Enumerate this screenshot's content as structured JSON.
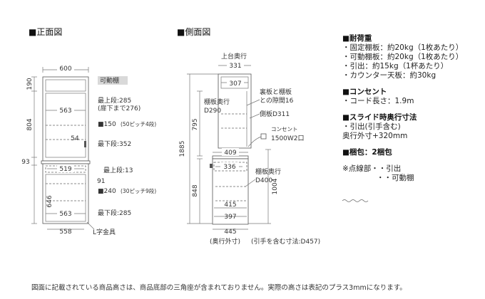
{
  "front": {
    "title": "■正面図",
    "top_width": "600",
    "h_top": "190",
    "h_upper": "804",
    "h_gap": "93",
    "h_lower": "646",
    "inner_width_upper": "563",
    "inner_width_mid": "519",
    "inner_width_lower": "563",
    "bottom_width": "558",
    "small_dim": "54",
    "small_dim2": "91",
    "badge": "可動棚",
    "note_upper_max": "最上段:285",
    "note_upper_sub": "(扉下まで276)",
    "note_upper_pitch": "■150",
    "note_upper_pitch_sub": "(50ピッチ4段)",
    "note_upper_min": "最下段:352",
    "note_lower_max": "最上段:13",
    "note_lower_pitch": "■240",
    "note_lower_pitch_sub": "(30ピッチ9段)",
    "note_lower_min": "最下段:285",
    "hardware": "L字金具"
  },
  "side": {
    "title": "■側面図",
    "top_depth_label": "上台奥行",
    "top_depth": "331",
    "inner_top": "307",
    "shelf_depth_upper": "棚板奥行",
    "shelf_depth_upper_val": "D290",
    "gap_note_1": "裏板と棚板",
    "gap_note_2": "との隙間16",
    "side_board": "側板D311",
    "outlet_label": "コンセント",
    "outlet_value": "1500W2口",
    "h_total": "1885",
    "h_upper": "795",
    "h_lower": "848",
    "h_right": "1004",
    "w_counter": "409",
    "w_drawer": "336",
    "shelf_depth_lower": "棚板奥行",
    "shelf_depth_lower_val": "D400",
    "w_415": "415",
    "w_397": "397",
    "w_445": "445",
    "depth_note": "(奥行外寸)",
    "handle_note": "(引手を含む寸法:D457)"
  },
  "spec": {
    "load_title": "■耐荷重",
    "load_1": "・固定棚板：約20kg（1枚あたり）",
    "load_2": "・可動棚板：約20kg（1枚あたり）",
    "load_3": "・引出：約15kg（1杯あたり）",
    "load_4": "・カウンター天板：約30kg",
    "outlet_title": "■コンセント",
    "outlet_1": "・コード長さ：1.9m",
    "slide_title": "■スライド時奥行寸法",
    "slide_1": "・引出(引手含む)",
    "slide_2": "奥行外寸+320mm",
    "pack_title": "■梱包：2梱包",
    "legend_1": "※点線部・・引出",
    "legend_2": "・・可動棚"
  },
  "footer": "図面に記載されている商品高さは、商品底部の三角座が含まれておりません。実際の高さは表記のプラス3mmになります。"
}
